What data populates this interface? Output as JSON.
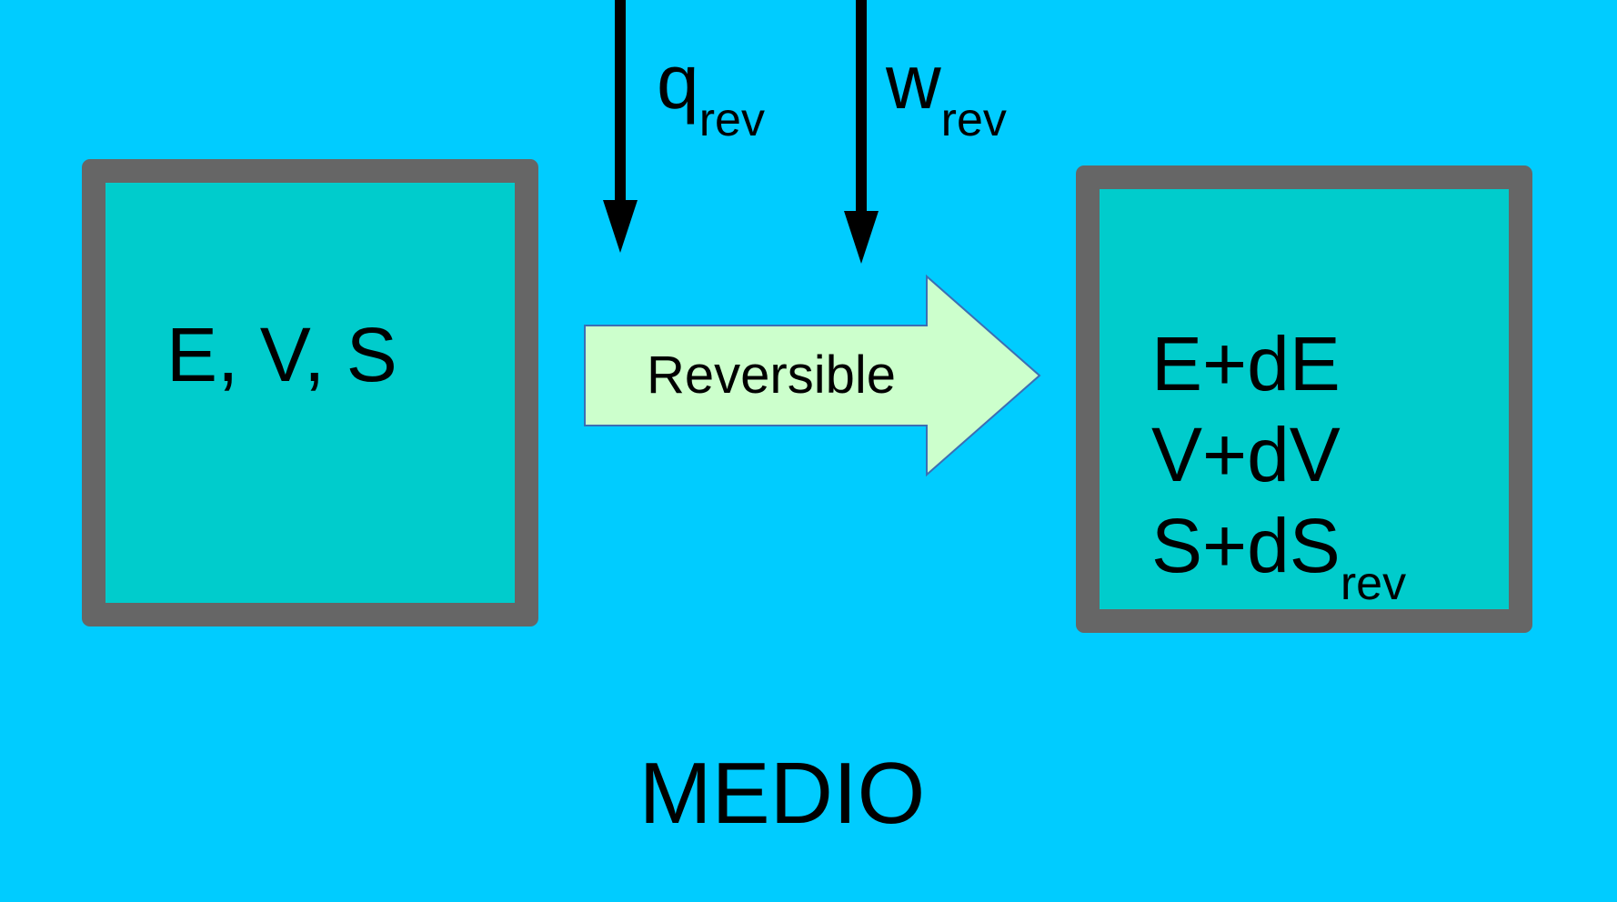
{
  "colors": {
    "background": "#00ccff",
    "system_fill": "#00cccc",
    "system_border": "#666666",
    "process_arrow_fill": "#ccffcc",
    "process_arrow_stroke": "#3c6eb4",
    "flux_arrow": "#000000",
    "text": "#000000"
  },
  "initial_state": {
    "label": "E, V, S"
  },
  "final_state": {
    "energy": "E+dE",
    "volume": "V+dV",
    "entropy": "S+dS",
    "entropy_subscript": "rev"
  },
  "heat_flow": {
    "symbol": "q",
    "subscript": "rev",
    "direction": "down"
  },
  "work_flow": {
    "symbol": "w",
    "subscript": "rev",
    "direction": "down"
  },
  "process": {
    "label": "Reversible",
    "direction": "right"
  },
  "surroundings": {
    "label": "MEDIO"
  }
}
